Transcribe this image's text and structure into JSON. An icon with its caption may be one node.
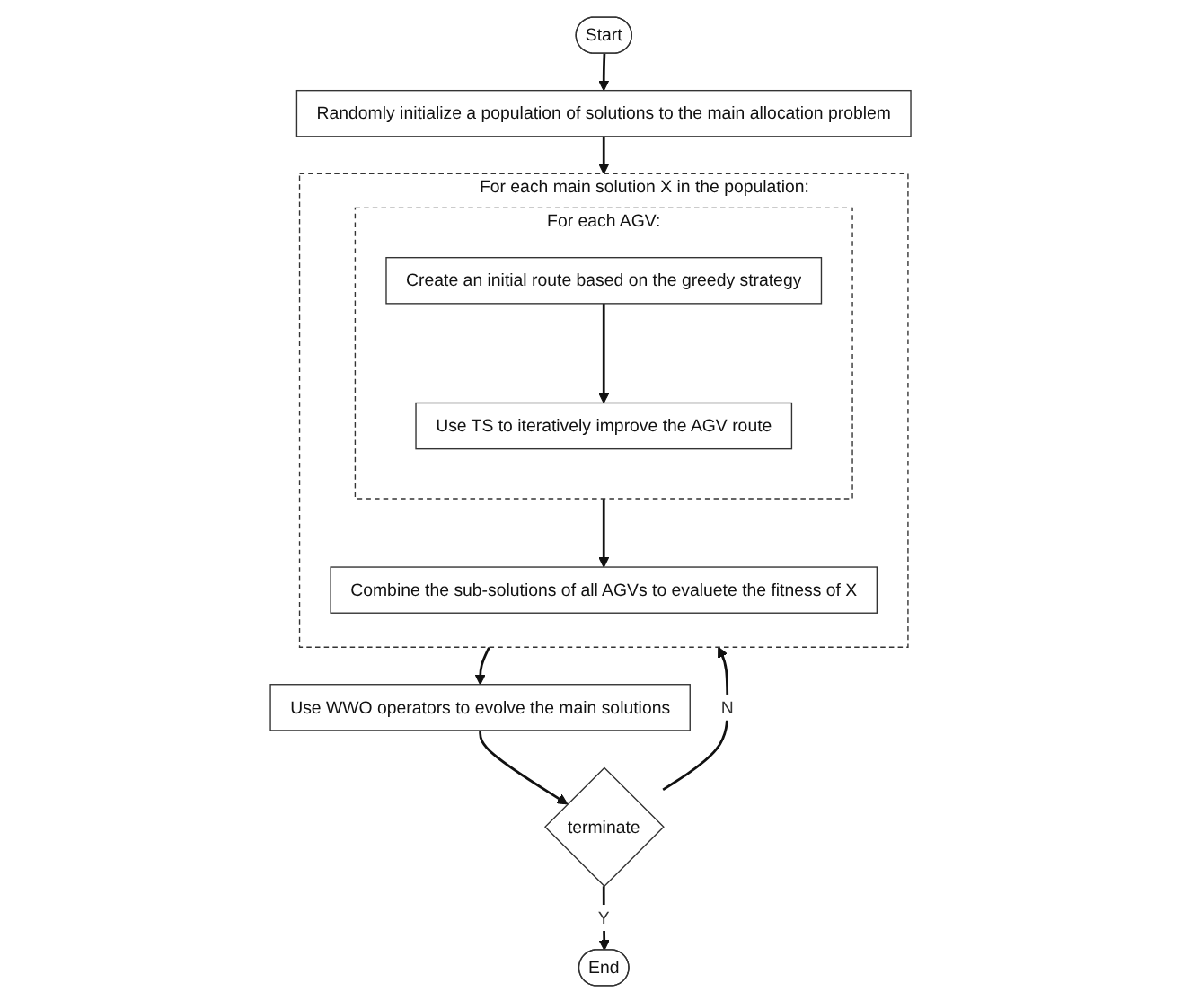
{
  "diagram": {
    "nodes": [
      {
        "text": [
          "Start"
        ]
      },
      {
        "text": [
          "Randomly initialize a population of solutions to the main allocation problem"
        ]
      },
      {
        "text": [
          "For each main solution X in the population:"
        ]
      },
      {
        "text": [
          "For each AGV:"
        ],
        "in": 2
      },
      {
        "text": [
          "Create an initial route based on the greedy strategy"
        ],
        "in": 3
      },
      {
        "text": [
          "Use TS to iteratively improve the AGV route"
        ],
        "in": 3
      },
      {
        "text": [
          "Combine the sub-solutions of all AGVs to evaluete the fitness of X"
        ],
        "in": 2
      },
      {
        "text": [
          "Use WWO operators to evolve the main solutions"
        ]
      },
      {
        "text": [
          "terminate"
        ]
      },
      {
        "text": [
          "End"
        ]
      }
    ],
    "edges": [
      {
        "from": 0,
        "to": 1,
        "arrow": "to"
      },
      {
        "from": 1,
        "to": 2,
        "arrow": "to"
      },
      {
        "from": 4,
        "to": 5,
        "arrow": "to"
      },
      {
        "from": 3,
        "to": 6,
        "arrow": "to"
      },
      {
        "from": 2,
        "to": 7,
        "arrow": "to"
      },
      {
        "from": 7,
        "to": 8,
        "arrow": "to"
      },
      {
        "from": 8,
        "to": 9,
        "label": "Y",
        "arrow": "to"
      },
      {
        "from": 8,
        "to": 2,
        "label": "N",
        "arrow": "to"
      }
    ]
  }
}
